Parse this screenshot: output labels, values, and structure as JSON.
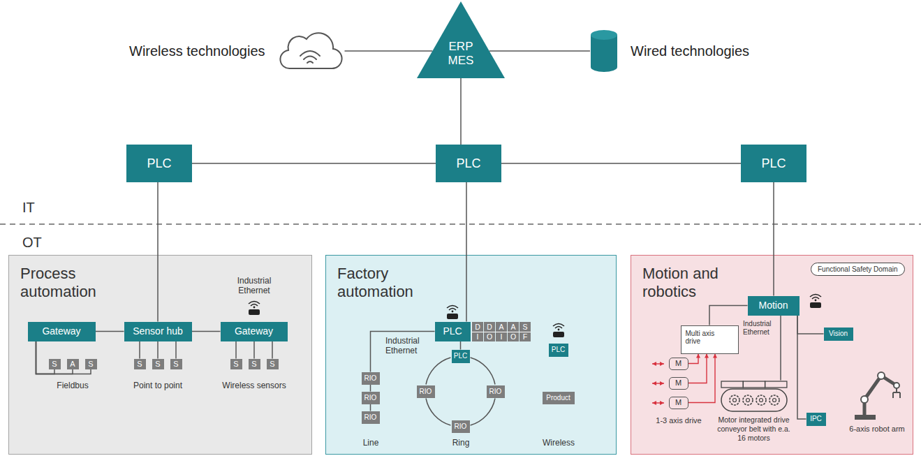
{
  "diagram": {
    "nodes": [
      {
        "text": [
          "Wireless technologies"
        ]
      },
      {
        "text": [
          "ERP MES"
        ]
      },
      {
        "text": [
          "Wired technologies"
        ]
      },
      {
        "text": [
          "PLC"
        ]
      },
      {
        "text": [
          "PLC"
        ]
      },
      {
        "text": [
          "PLC"
        ]
      },
      {
        "text": [
          "Process automation"
        ]
      },
      {
        "text": [
          "Gateway"
        ],
        "in": 6
      },
      {
        "text": [
          "Sensor hub"
        ],
        "in": 6
      },
      {
        "text": [
          "Gateway"
        ],
        "in": 6
      },
      {
        "text": [
          "S"
        ],
        "in": 6
      },
      {
        "text": [
          "A"
        ],
        "in": 6
      },
      {
        "text": [
          "S"
        ],
        "in": 6
      },
      {
        "text": [
          "S"
        ],
        "in": 6
      },
      {
        "text": [
          "S"
        ],
        "in": 6
      },
      {
        "text": [
          "S"
        ],
        "in": 6
      },
      {
        "text": [
          "S"
        ],
        "in": 6
      },
      {
        "text": [
          "S"
        ],
        "in": 6
      },
      {
        "text": [
          "S"
        ],
        "in": 6
      },
      {
        "text": [
          "Factory automation"
        ]
      },
      {
        "text": [
          "PLC"
        ],
        "in": 19
      },
      {
        "text": [
          "RIO"
        ],
        "in": 19
      },
      {
        "text": [
          "RIO"
        ],
        "in": 19
      },
      {
        "text": [
          "RIO"
        ],
        "in": 19
      },
      {
        "text": [
          "PLC"
        ],
        "in": 19
      },
      {
        "text": [
          "RIO"
        ],
        "in": 19
      },
      {
        "text": [
          "RIO"
        ],
        "in": 19
      },
      {
        "text": [
          "RIO"
        ],
        "in": 19
      },
      {
        "text": [
          "PLC"
        ],
        "in": 19
      },
      {
        "text": [
          "Product"
        ],
        "in": 19
      },
      {
        "text": [
          "Motion and robotics"
        ]
      },
      {
        "text": [
          "Functional Safety Domain"
        ],
        "in": 30
      },
      {
        "text": [
          "Motion"
        ],
        "in": 30
      },
      {
        "text": [
          "Multi axis drive"
        ],
        "in": 30
      },
      {
        "text": [
          "M"
        ],
        "in": 30
      },
      {
        "text": [
          "M"
        ],
        "in": 30
      },
      {
        "text": [
          "M"
        ],
        "in": 30
      },
      {
        "text": [
          "Vision"
        ],
        "in": 30
      },
      {
        "text": [
          "Motor integrated drive conveyor belt with e.a. 16 motors"
        ],
        "in": 30
      },
      {
        "text": [
          "IPC"
        ],
        "in": 30
      }
    ],
    "edges": [
      {
        "from": 0,
        "to": 1,
        "arrow": "none"
      },
      {
        "from": 1,
        "to": 2,
        "arrow": "none"
      },
      {
        "from": 1,
        "to": 4,
        "arrow": "none"
      },
      {
        "from": 3,
        "to": 4,
        "arrow": "none"
      },
      {
        "from": 4,
        "to": 5,
        "arrow": "none"
      },
      {
        "from": 3,
        "to": 8,
        "arrow": "none"
      },
      {
        "from": 4,
        "to": 20,
        "arrow": "none"
      },
      {
        "from": 5,
        "to": 32,
        "arrow": "none"
      },
      {
        "from": 7,
        "to": 8,
        "arrow": "none"
      },
      {
        "from": 8,
        "to": 9,
        "arrow": "none"
      },
      {
        "from": 7,
        "to": 10,
        "arrow": "none"
      },
      {
        "from": 7,
        "to": 11,
        "arrow": "none"
      },
      {
        "from": 7,
        "to": 12,
        "arrow": "none"
      },
      {
        "from": 8,
        "to": 13,
        "arrow": "none"
      },
      {
        "from": 8,
        "to": 14,
        "arrow": "none"
      },
      {
        "from": 8,
        "to": 15,
        "arrow": "none"
      },
      {
        "from": 9,
        "to": 16,
        "arrow": "none"
      },
      {
        "from": 9,
        "to": 17,
        "arrow": "none"
      },
      {
        "from": 9,
        "to": 18,
        "arrow": "none"
      },
      {
        "from": 20,
        "to": 21,
        "arrow": "none"
      },
      {
        "from": 21,
        "to": 22,
        "arrow": "none"
      },
      {
        "from": 22,
        "to": 23,
        "arrow": "none"
      },
      {
        "from": 20,
        "to": 24,
        "arrow": "none"
      },
      {
        "from": 24,
        "to": 25,
        "arrow": "none"
      },
      {
        "from": 25,
        "to": 27,
        "arrow": "none"
      },
      {
        "from": 27,
        "to": 26,
        "arrow": "none"
      },
      {
        "from": 26,
        "to": 24,
        "arrow": "none"
      },
      {
        "from": 32,
        "to": 33,
        "arrow": "none"
      },
      {
        "from": 34,
        "to": 33,
        "arrow": "to"
      },
      {
        "from": 35,
        "to": 33,
        "arrow": "to"
      },
      {
        "from": 36,
        "to": 33,
        "arrow": "to"
      },
      {
        "from": 32,
        "to": 37,
        "arrow": "none"
      },
      {
        "from": 32,
        "to": 38,
        "arrow": "none"
      },
      {
        "from": 32,
        "to": 39,
        "arrow": "none"
      }
    ],
    "labels": [
      "IT",
      "OT",
      "Industrial Ethernet",
      "Fieldbus",
      "Point to point",
      "Wireless sensors",
      "Industrial Ethernet",
      "D I",
      "D O",
      "A I",
      "A O",
      "S F",
      "Line",
      "Ring",
      "Wireless",
      "Industrial Ethernet",
      "1-3 axis drive",
      "6-axis robot arm"
    ]
  }
}
